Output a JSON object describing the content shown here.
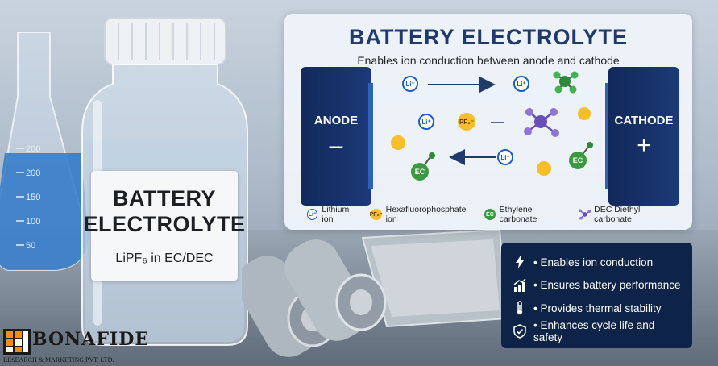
{
  "card": {
    "title": "BATTERY ELECTROLYTE",
    "subtitle": "Enables ion conduction between anode and cathode",
    "anode": {
      "label": "ANODE",
      "sign": "–"
    },
    "cathode": {
      "label": "CATHODE",
      "sign": "+"
    },
    "particles": {
      "li": "Li⁺",
      "pf": "PF₆⁻",
      "ec": "EC"
    },
    "legend": [
      {
        "badge": "Li⁺",
        "label": "Lithium ion"
      },
      {
        "badge": "PF₆⁻",
        "label": "Hexafluorophosphate ion"
      },
      {
        "badge": "EC",
        "label": "Ethylene carbonate"
      },
      {
        "badge": "",
        "label": "DEC  Diethyl carbonate"
      }
    ]
  },
  "jar_label": {
    "line1": "BATTERY",
    "line2": "ELECTROLYTE",
    "line3": "LiPF₆ in EC/DEC"
  },
  "flask_ticks": [
    "200",
    "200",
    "150",
    "100",
    "50"
  ],
  "features": [
    {
      "icon": "lightning-icon",
      "label": "• Enables ion conduction"
    },
    {
      "icon": "bar-chart-icon",
      "label": "• Ensures battery performance"
    },
    {
      "icon": "thermometer-icon",
      "label": "• Provides thermal stability"
    },
    {
      "icon": "shield-check-icon",
      "label": "• Enhances cycle life and safety"
    }
  ],
  "logo": {
    "main": "BONAFIDE",
    "sub": "RESEARCH & MARKETING PVT. LTD."
  },
  "colors": {
    "title_blue": "#1f3a6b",
    "electrode_navy": "#12295a",
    "panel_navy": "#0d2347",
    "ion_yellow": "#f6bd2c",
    "ec_green": "#3a9a3f",
    "dec_purple": "#6a4fb8",
    "li_blue": "#1b5fbd"
  }
}
